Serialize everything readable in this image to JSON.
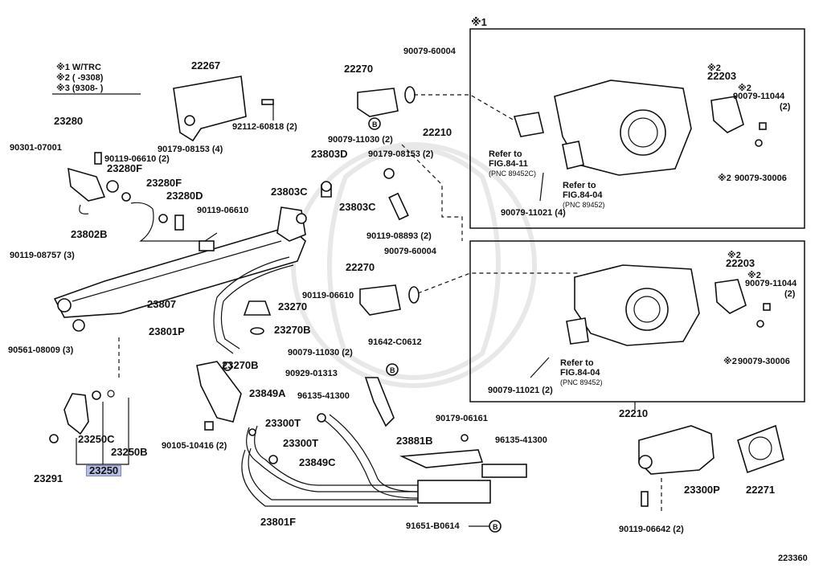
{
  "legend": {
    "n1": "※1 W/TRC",
    "n2": "※2 (      -9308)",
    "n3": "※3 (9308-      )"
  },
  "box1_marker": "※1",
  "labels": [
    {
      "id": "l22267",
      "text": "22267",
      "big": true
    },
    {
      "id": "l22270a",
      "text": "22270",
      "big": true
    },
    {
      "id": "l90079_60004a",
      "text": "90079-60004"
    },
    {
      "id": "l23280",
      "text": "23280",
      "big": true
    },
    {
      "id": "l90301",
      "text": "90301-07001"
    },
    {
      "id": "l90119_06610a",
      "text": "90119-06610 (2)"
    },
    {
      "id": "l23280F_a",
      "text": "23280F",
      "big": true
    },
    {
      "id": "l92112",
      "text": "92112-60818 (2)"
    },
    {
      "id": "l90179_08153a",
      "text": "90179-08153 (4)"
    },
    {
      "id": "l90079_11030a",
      "text": "90079-11030 (2)"
    },
    {
      "id": "l22210a",
      "text": "22210",
      "big": true
    },
    {
      "id": "l23803D",
      "text": "23803D",
      "big": true
    },
    {
      "id": "l90179_08153b",
      "text": "90179-08153 (2)"
    },
    {
      "id": "l23280F_b",
      "text": "23280F",
      "big": true
    },
    {
      "id": "l23280D",
      "text": "23280D",
      "big": true
    },
    {
      "id": "l23803C_a",
      "text": "23803C",
      "big": true
    },
    {
      "id": "l23803C_b",
      "text": "23803C",
      "big": true
    },
    {
      "id": "l90119_06610b",
      "text": "90119-06610"
    },
    {
      "id": "l23802B",
      "text": "23802B",
      "big": true
    },
    {
      "id": "l90119_08893",
      "text": "90119-08893 (2)"
    },
    {
      "id": "l90079_60004b",
      "text": "90079-60004"
    },
    {
      "id": "l90119_08757",
      "text": "90119-08757 (3)"
    },
    {
      "id": "l22270b",
      "text": "22270",
      "big": true
    },
    {
      "id": "l90119_06610c",
      "text": "90119-06610"
    },
    {
      "id": "l23807",
      "text": "23807",
      "big": true
    },
    {
      "id": "l23270",
      "text": "23270",
      "big": true
    },
    {
      "id": "l23801P",
      "text": "23801P",
      "big": true
    },
    {
      "id": "l23270B",
      "text": "23270B",
      "big": true
    },
    {
      "id": "l90561",
      "text": "90561-08009 (3)"
    },
    {
      "id": "l90079_11030b",
      "text": "90079-11030 (2)"
    },
    {
      "id": "l91642",
      "text": "91642-C0612"
    },
    {
      "id": "l23270B_b",
      "text": "23270B",
      "big": true
    },
    {
      "id": "l90929",
      "text": "90929-01313"
    },
    {
      "id": "l23849A",
      "text": "23849A",
      "big": true
    },
    {
      "id": "l96135_a",
      "text": "96135-41300"
    },
    {
      "id": "l23300T_a",
      "text": "23300T",
      "big": true
    },
    {
      "id": "l90105",
      "text": "90105-10416 (2)"
    },
    {
      "id": "l90179_06161",
      "text": "90179-06161"
    },
    {
      "id": "l96135_b",
      "text": "96135-41300"
    },
    {
      "id": "l23250C",
      "text": "23250C",
      "big": true
    },
    {
      "id": "l23250B",
      "text": "23250B",
      "big": true
    },
    {
      "id": "l23300T_b",
      "text": "23300T",
      "big": true
    },
    {
      "id": "l23881B",
      "text": "23881B",
      "big": true
    },
    {
      "id": "l23849C",
      "text": "23849C",
      "big": true
    },
    {
      "id": "l23291",
      "text": "23291",
      "big": true
    },
    {
      "id": "l23801F",
      "text": "23801F",
      "big": true
    },
    {
      "id": "l91651",
      "text": "91651-B0614"
    },
    {
      "id": "l22203a",
      "text": "22203",
      "big": true
    },
    {
      "id": "l90079_11044a",
      "text": "90079-11044"
    },
    {
      "id": "l90079_30006a",
      "text": "90079-30006"
    },
    {
      "id": "l90079_11021a",
      "text": "90079-11021 (4)"
    },
    {
      "id": "l22203b",
      "text": "22203",
      "big": true
    },
    {
      "id": "l90079_11044b",
      "text": "90079-11044"
    },
    {
      "id": "l90079_30006b",
      "text": "90079-30006"
    },
    {
      "id": "l90079_11021b",
      "text": "90079-11021 (2)"
    },
    {
      "id": "l22210b",
      "text": "22210",
      "big": true
    },
    {
      "id": "l23300P",
      "text": "23300P",
      "big": true
    },
    {
      "id": "l22271",
      "text": "22271",
      "big": true
    },
    {
      "id": "l90119_06642",
      "text": "90119-06642 (2)"
    },
    {
      "id": "l223360",
      "text": "223360"
    }
  ],
  "refs": [
    {
      "id": "r1",
      "line1": "Refer to",
      "line2": "FIG.84-11",
      "line3": "(PNC 89452C)"
    },
    {
      "id": "r2",
      "line1": "Refer to",
      "line2": "FIG.84-04",
      "line3": "(PNC 89452)"
    },
    {
      "id": "r3",
      "line1": "Refer to",
      "line2": "FIG.84-04",
      "line3": "(PNC 89452)"
    }
  ],
  "notes": {
    "star2": "※2",
    "two": "(2)"
  },
  "highlight": "23250",
  "circle_b": "B"
}
